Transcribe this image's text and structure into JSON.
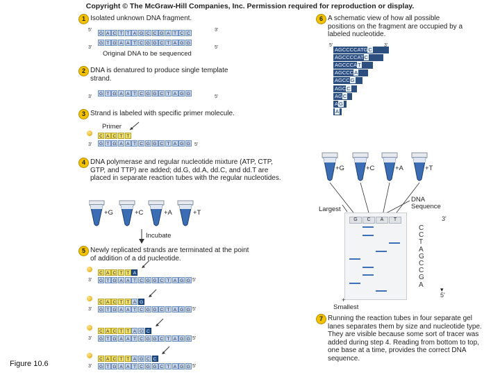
{
  "header": {
    "copyright": "Copyright © The McGraw-Hill Companies, Inc. Permission required for reproduction or display."
  },
  "figure_label": "Figure 10.6",
  "steps": [
    {
      "num": "1",
      "text": "Isolated unknown DNA fragment."
    },
    {
      "num": "2",
      "text": "DNA is denatured to produce single template strand."
    },
    {
      "num": "3",
      "text": "Strand is labeled with specific primer molecule."
    },
    {
      "num": "4",
      "text": "DNA polymerase and regular nucleotide mixture (ATP, CTP, GTP, and TTP) are added; dd.G, dd.A, dd.C, and dd.T are placed in separate reaction tubes with the regular nucleotides."
    },
    {
      "num": "5",
      "text": "Newly replicated strands are terminated at the point of addition of a dd nucleotide."
    },
    {
      "num": "6",
      "text": "A schematic view of how all possible positions on the fragment are occupied by a labeled nucleotide."
    },
    {
      "num": "7",
      "text": "Running the reaction tubes in four separate gel lanes separates them by size and nucleotide type. They are visible because some sort of tracer was added during step 4. Reading from bottom to top, one base at a time, provides the correct DNA sequence."
    }
  ],
  "labels": {
    "five_prime": "5'",
    "three_prime": "3'",
    "original_dna": "Original DNA to be sequenced",
    "primer": "Primer",
    "incubate": "Incubate",
    "largest": "Largest",
    "smallest": "Smallest",
    "dna_sequence": "DNA\nSequence"
  },
  "strands": {
    "top": "GACTTAGCCGATCC",
    "bottom": "GTGAATCGGCTAGG",
    "primer": "CACTT",
    "template": "GTGAATCGGCTAGG"
  },
  "tubes": [
    "+G",
    "+C",
    "+A",
    "+T"
  ],
  "replicated": [
    {
      "primer": "CACTT",
      "added": "A",
      "template": "GTGAATCGGCTAGG"
    },
    {
      "primer": "CACTTA",
      "added": "G",
      "template": "GTGAATCGGCTAGG"
    },
    {
      "primer": "CACTTAG",
      "added": "C",
      "template": "GTGAATCGGCTAGG"
    },
    {
      "primer": "CACTTAGC",
      "added": "C",
      "template": "GTGAATCGGCTAGG"
    }
  ],
  "fragments": [
    "AGCCCCATGC",
    "AGCCCCATC",
    "AGCCCAT",
    "AGCCCA",
    "AGCCG",
    "AGCC",
    "AGC",
    "AG",
    "A"
  ],
  "gel": {
    "lanes": [
      "G",
      "C",
      "A",
      "T"
    ],
    "sequence": [
      "C",
      "C",
      "T",
      "A",
      "G",
      "C",
      "C",
      "G",
      "A"
    ]
  },
  "colors": {
    "circle": "#f2c200",
    "primer_yellow": "#f1e16a",
    "template_blue": "#c7d8ee",
    "dd_dark": "#1e4f8c",
    "band": "#3c6fb6"
  }
}
